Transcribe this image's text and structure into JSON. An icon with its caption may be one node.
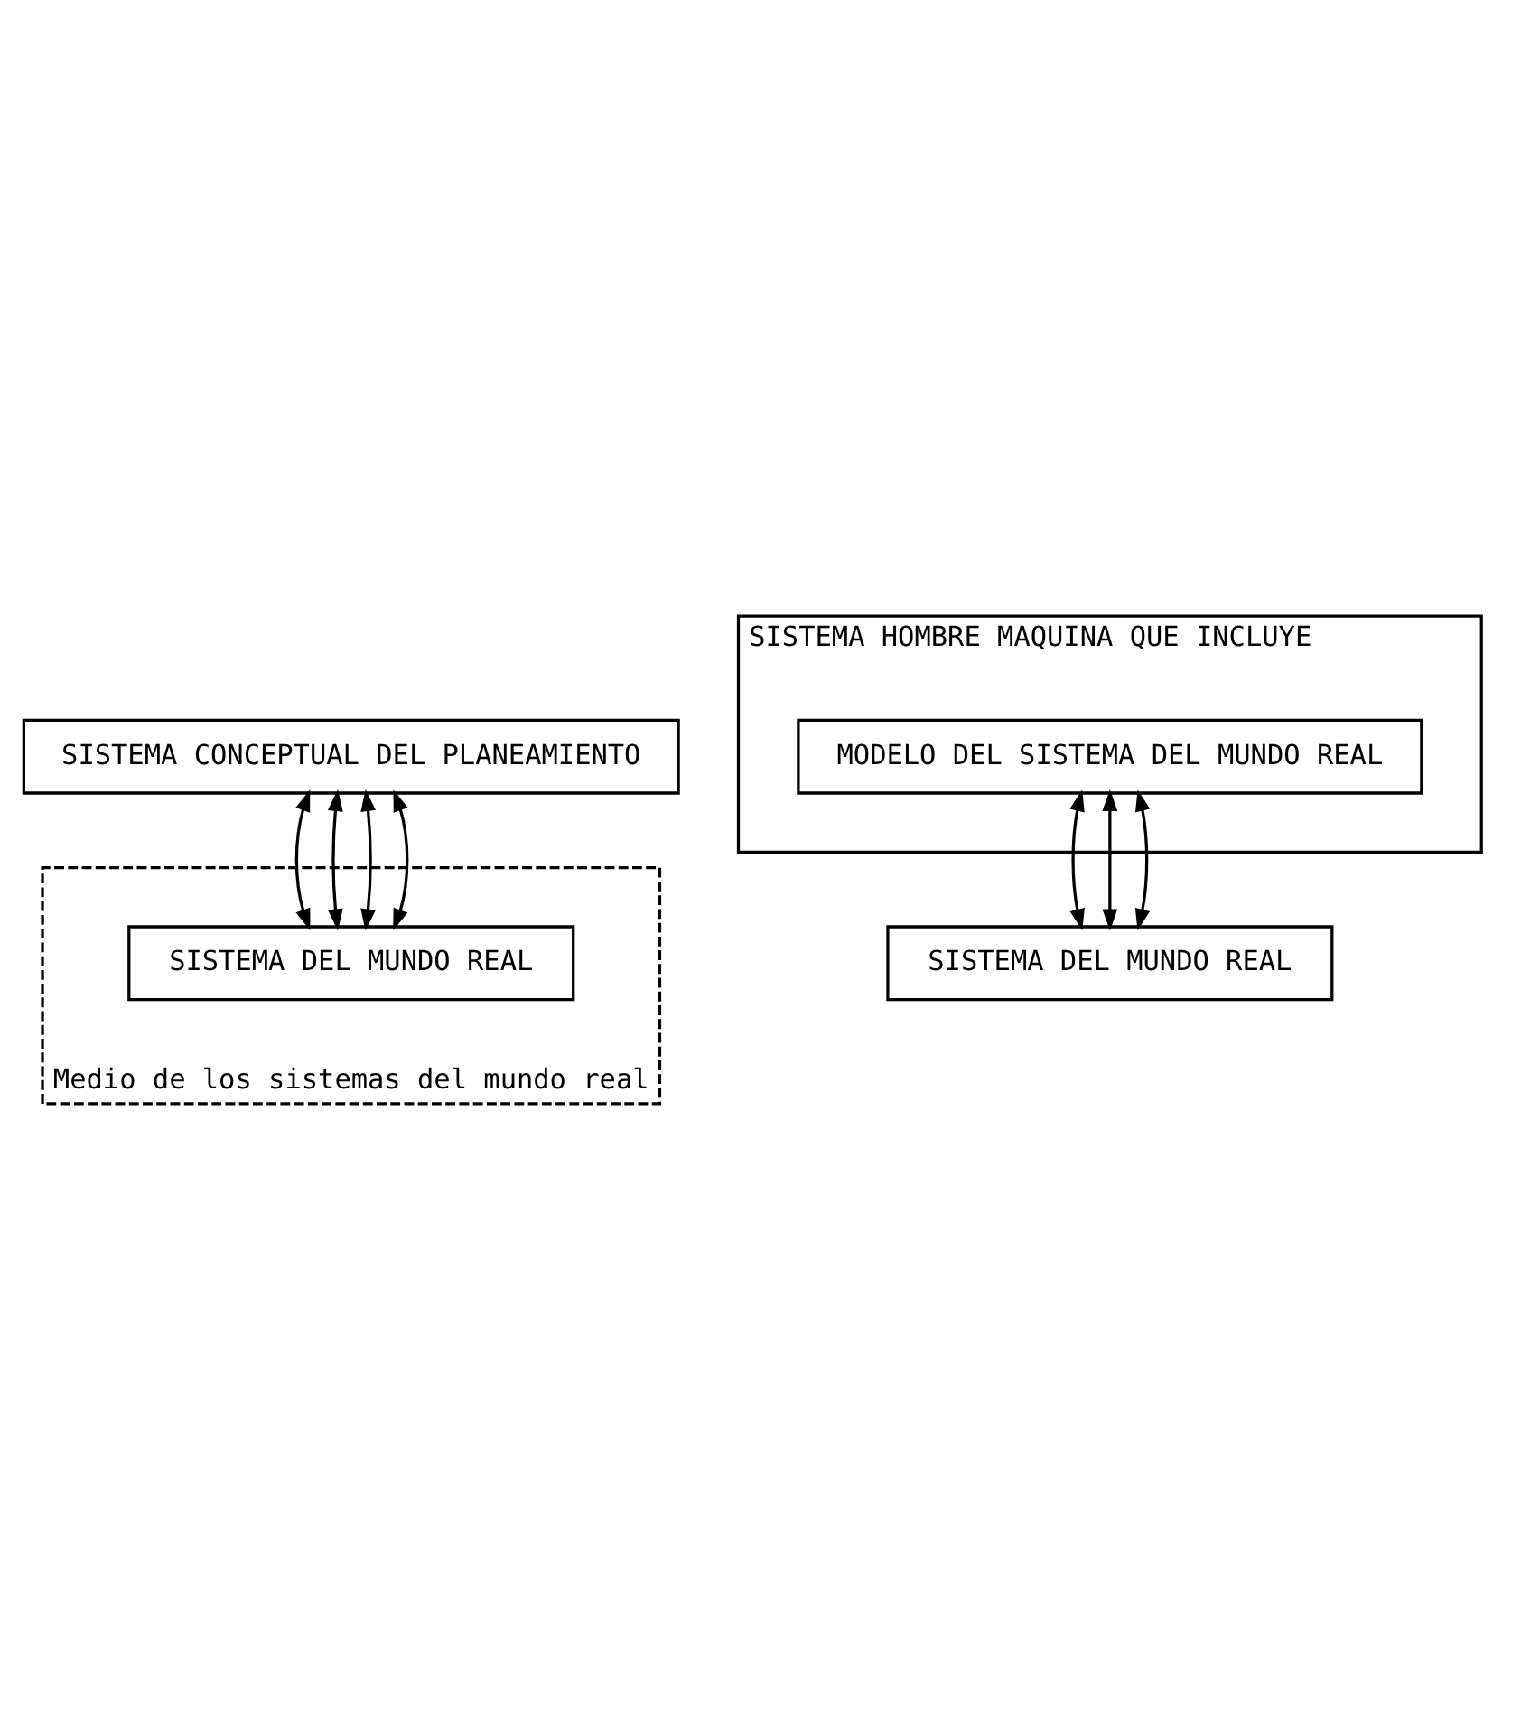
{
  "diagram": {
    "nodes": [
      {
        "text": [
          "SISTEMA CONCEPTUAL DEL PLANEAMIENTO"
        ]
      },
      {
        "text": [
          "Medio de los sistemas del mundo real"
        ]
      },
      {
        "text": [
          "SISTEMA DEL MUNDO REAL"
        ],
        "in": 1
      },
      {
        "text": [
          "SISTEMA HOMBRE MAQUINA QUE INCLUYE"
        ]
      },
      {
        "text": [
          "MODELO DEL SISTEMA DEL MUNDO REAL"
        ],
        "in": 3
      },
      {
        "text": [
          "SISTEMA DEL MUNDO REAL"
        ]
      }
    ],
    "edges": [
      {
        "from": 0,
        "to": 2,
        "arrow": "both"
      },
      {
        "from": 0,
        "to": 2,
        "arrow": "both"
      },
      {
        "from": 0,
        "to": 2,
        "arrow": "both"
      },
      {
        "from": 0,
        "to": 2,
        "arrow": "both"
      },
      {
        "from": 4,
        "to": 5,
        "arrow": "both"
      },
      {
        "from": 4,
        "to": 5,
        "arrow": "both"
      },
      {
        "from": 4,
        "to": 5,
        "arrow": "both"
      }
    ]
  }
}
